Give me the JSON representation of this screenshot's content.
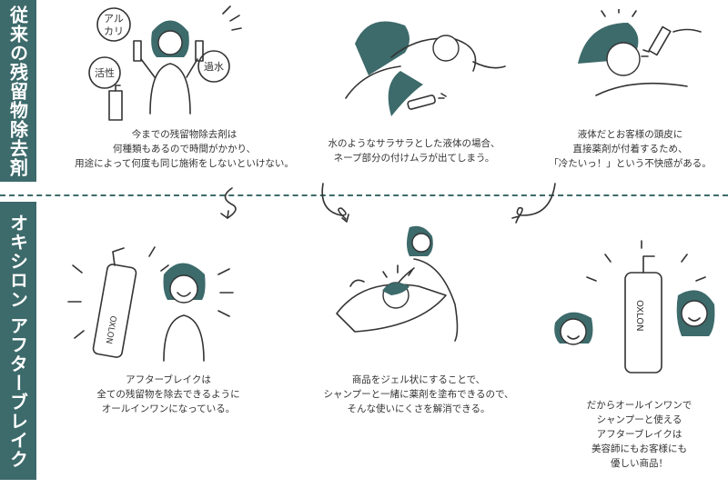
{
  "sidebar": {
    "top_title": "従来の残留物除去剤",
    "bottom_title": "オキシロン アフターブレイク"
  },
  "bubbles": {
    "alkali": "アル\nカリ",
    "active": "活性",
    "peroxide": "過水"
  },
  "captions": {
    "top_left": "今までの残留物除去剤は\n何種類もあるので時間がかかり、\n用途によって何度も同じ施術をしないといけない。",
    "top_center": "水のようなサラサラとした液体の場合、\nネープ部分の付けムラが出てしまう。",
    "top_right": "液体だとお客様の頭皮に\n直接薬剤が付着するため、\n「冷たいっ！」という不快感がある。",
    "bottom_left": "アフターブレイクは\n全ての残留物を除去できるように\nオールインワンになっている。",
    "bottom_center": "商品をジェル状にすることで、\nシャンプーと一緒に薬剤を塗布できるので、\nそんな使いにくさを解消できる。",
    "bottom_right": "だからオールインワンで\nシャンプーと使える\nアフターブレイクは\n美容師にもお客様にも\n優しい商品！"
  },
  "product": {
    "brand": "OXLON",
    "name": "AFTER BREAK"
  },
  "colors": {
    "accent": "#3d6a6b"
  }
}
